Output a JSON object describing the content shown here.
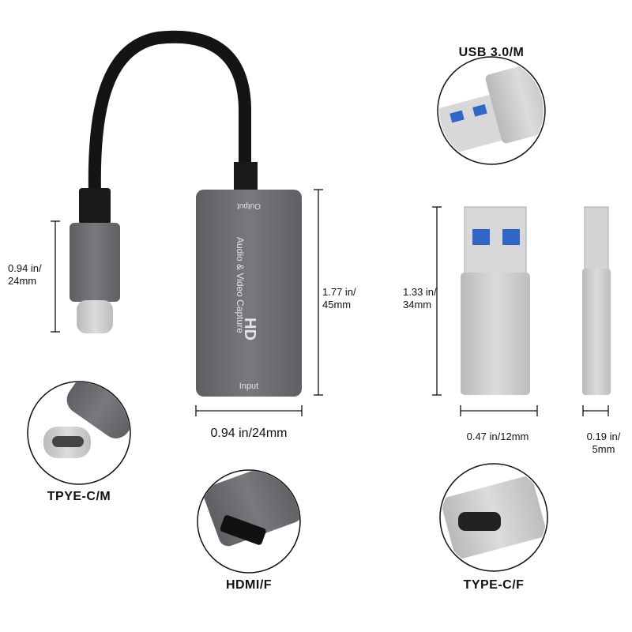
{
  "device": {
    "output_label": "Output",
    "title_label": "Audio & Video Capture",
    "logo_text": "HD",
    "input_label": "Input"
  },
  "dimensions": {
    "plug_height": "0.94 in/\n24mm",
    "plug_height_line1": "0.94 in/",
    "plug_height_line2": "24mm",
    "device_height_line1": "1.77 in/",
    "device_height_line2": "45mm",
    "device_width": "0.94 in/24mm",
    "adapter_height_line1": "1.33 in/",
    "adapter_height_line2": "34mm",
    "adapter_width": "0.47 in/12mm",
    "adapter_thickness_line1": "0.19 in/",
    "adapter_thickness_line2": "5mm"
  },
  "callouts": {
    "typec_male": "TPYE-C/M",
    "hdmi_female": "HDMI/F",
    "usb_male": "USB 3.0/M",
    "typec_female": "TYPE-C/F"
  },
  "colors": {
    "device_gray": "#6d6d72",
    "silver": "#c9c9cc",
    "usb_blue": "#2f66c8",
    "cable": "#141414"
  }
}
